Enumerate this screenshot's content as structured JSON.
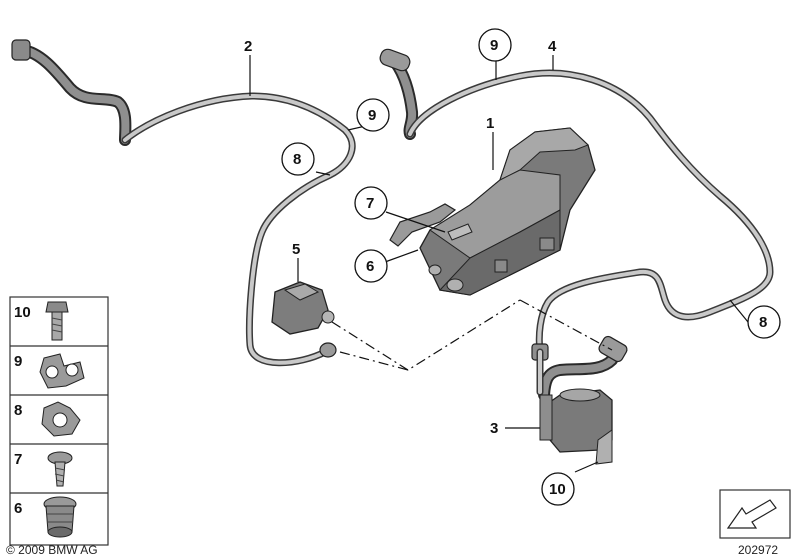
{
  "callouts": {
    "c1": "1",
    "c2": "2",
    "c3": "3",
    "c4": "4",
    "c5": "5",
    "c6": "6",
    "c7": "7",
    "c8a": "8",
    "c8b": "8",
    "c9a": "9",
    "c9b": "9",
    "c10": "10"
  },
  "legend": [
    {
      "number": "10",
      "icon": "bolt-icon"
    },
    {
      "number": "9",
      "icon": "double-clip-icon"
    },
    {
      "number": "8",
      "icon": "single-clip-icon"
    },
    {
      "number": "7",
      "icon": "screw-icon"
    },
    {
      "number": "6",
      "icon": "grommet-icon"
    }
  ],
  "footer": {
    "copyright": "© 2009 BMW AG",
    "diagram_id": "202972"
  },
  "colors": {
    "part_gray": "#7d7d7d",
    "hose_dark": "#3a3a3a",
    "hose_light": "#c9c9c9",
    "line": "#111111"
  }
}
